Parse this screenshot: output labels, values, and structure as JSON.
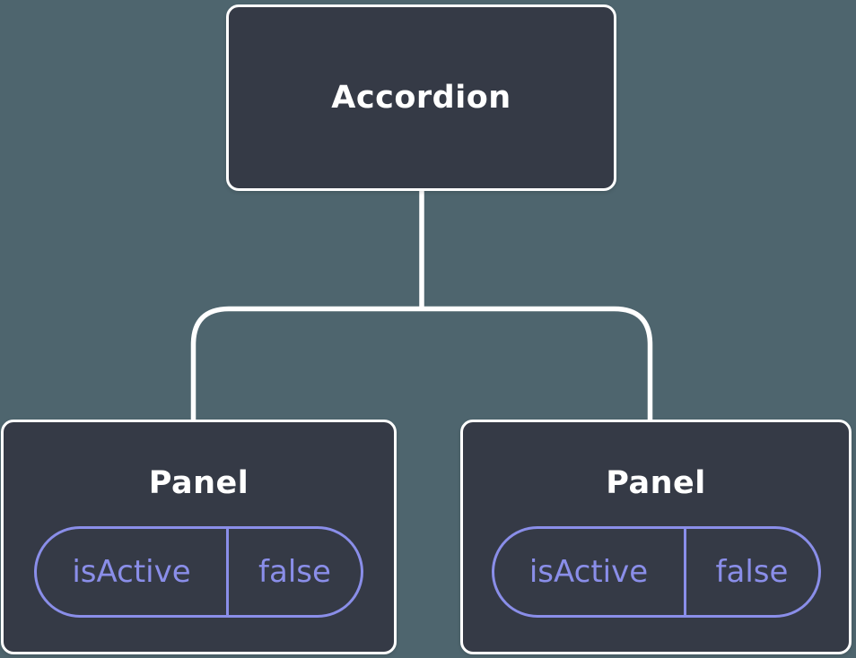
{
  "colors": {
    "background": "#4e656e",
    "node_bg": "#353a46",
    "node_border": "#ffffff",
    "node_text": "#ffffff",
    "connector": "#ffffff",
    "prop_accent": "#8a8ee9"
  },
  "tree": {
    "root": {
      "label": "Accordion"
    },
    "panels": [
      {
        "title": "Panel",
        "prop": {
          "name": "isActive",
          "value": "false"
        }
      },
      {
        "title": "Panel",
        "prop": {
          "name": "isActive",
          "value": "false"
        }
      }
    ]
  }
}
